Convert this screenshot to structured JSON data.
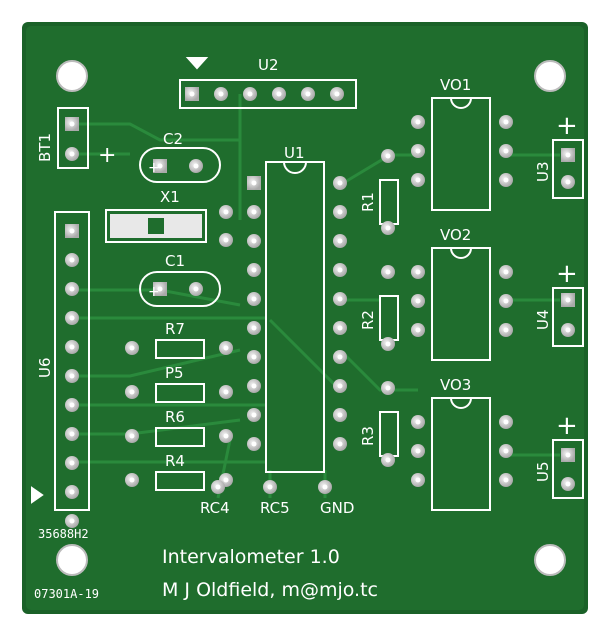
{
  "board": {
    "title": "Intervalometer 1.0",
    "author": "M J Oldfield, m@mjo.tc",
    "code_top": "35688H2",
    "code_bottom": "07301A-19",
    "colors": {
      "board": "#1e6b2c",
      "silk": "#ffffff",
      "pad": "#cfcfcf",
      "hole": "#ffffff"
    }
  },
  "labels": {
    "u2": "U2",
    "u1": "U1",
    "u6": "U6",
    "bt1": "BT1",
    "c2": "C2",
    "x1": "X1",
    "c1": "C1",
    "r7": "R7",
    "p5": "P5",
    "r6": "R6",
    "r4": "R4",
    "r1": "R1",
    "r2": "R2",
    "r3": "R3",
    "vo1": "VO1",
    "vo2": "VO2",
    "vo3": "VO3",
    "u3": "U3",
    "u4": "U4",
    "u5": "U5",
    "rc4": "RC4",
    "rc5": "RC5",
    "gnd": "GND",
    "plus": "+"
  }
}
